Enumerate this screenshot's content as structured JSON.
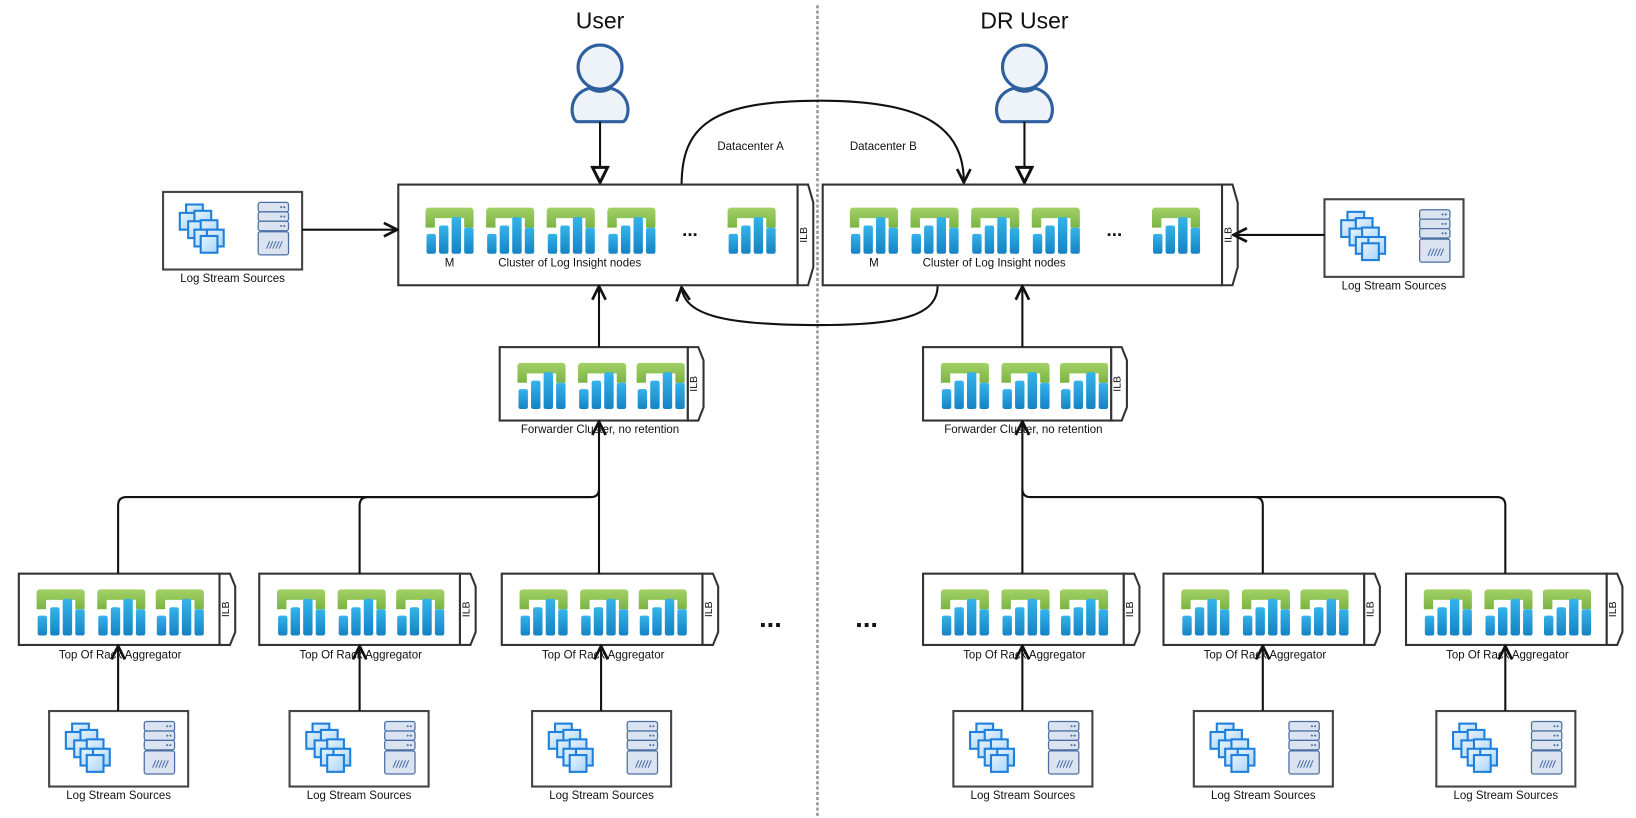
{
  "diagram": {
    "title_left": "User",
    "title_right": "DR User",
    "datacenter_a": "Datacenter A",
    "datacenter_b": "Datacenter B",
    "ilb_label": "ILB",
    "ellipsis": "...",
    "colors": {
      "node_green": "#8cc152",
      "node_blue": "#1e9bd7",
      "user_fill": "#eef2f9",
      "user_stroke": "#2e5f9e",
      "doc_blue": "#2b8de0",
      "server_fill": "#dbe3f0"
    },
    "main_clusters": [
      {
        "id": "cluster-a",
        "master_label": "M",
        "label": "Cluster of Log Insight nodes",
        "ellipsis": "..."
      },
      {
        "id": "cluster-b",
        "master_label": "M",
        "label": "Cluster of Log Insight nodes",
        "ellipsis": "..."
      }
    ],
    "forwarders": [
      {
        "id": "forwarder-a",
        "label": "Forwarder Cluster, no retention"
      },
      {
        "id": "forwarder-b",
        "label": "Forwarder Cluster, no retention"
      }
    ],
    "top_sources": [
      {
        "id": "src-top-left",
        "label": "Log Stream Sources"
      },
      {
        "id": "src-top-right",
        "label": "Log Stream Sources"
      }
    ],
    "aggregators": [
      {
        "label": "Top Of Rack Aggregator"
      },
      {
        "label": "Top Of Rack Aggregator"
      },
      {
        "label": "Top Of Rack Aggregator"
      },
      {
        "label": "Top Of Rack Aggregator"
      },
      {
        "label": "Top Of Rack Aggregator"
      },
      {
        "label": "Top Of Rack Aggregator"
      }
    ],
    "bottom_sources": [
      {
        "label": "Log Stream Sources"
      },
      {
        "label": "Log Stream Sources"
      },
      {
        "label": "Log Stream Sources"
      },
      {
        "label": "Log Stream Sources"
      },
      {
        "label": "Log Stream Sources"
      },
      {
        "label": "Log Stream Sources"
      }
    ],
    "bottom_ellipsis_left": "...",
    "bottom_ellipsis_right": "..."
  }
}
